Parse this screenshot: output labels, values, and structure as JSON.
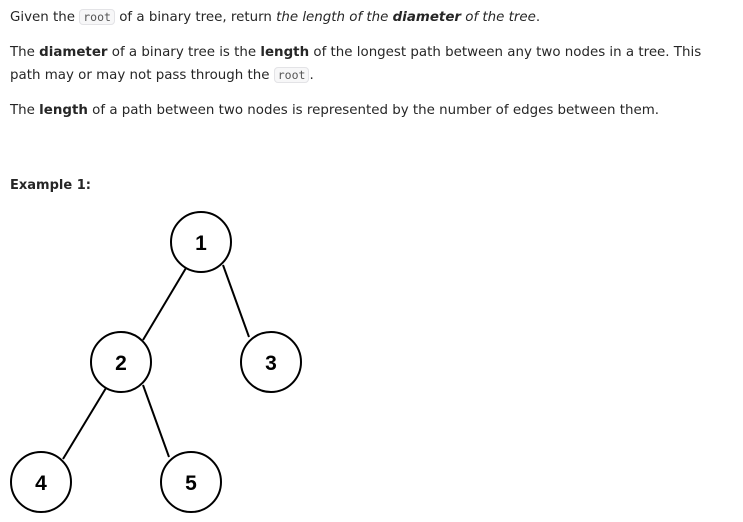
{
  "paragraphs": {
    "p1": {
      "t1": "Given the ",
      "code": "root",
      "t2": " of a binary tree, return ",
      "em1": "the length of the ",
      "emb": "diameter",
      "em2": " of the tree",
      "t3": "."
    },
    "p2": {
      "t1": "The ",
      "b1": "diameter",
      "t2": " of a binary tree is the ",
      "b2": "length",
      "t3": " of the longest path between any two nodes in a tree. This path may or may not pass through the ",
      "code": "root",
      "t4": "."
    },
    "p3": {
      "t1": "The ",
      "b1": "length",
      "t2": " of a path between two nodes is represented by the number of edges between them."
    }
  },
  "example": {
    "title": "Example 1:"
  },
  "tree": {
    "nodes": [
      {
        "id": "1",
        "label": "1"
      },
      {
        "id": "2",
        "label": "2"
      },
      {
        "id": "3",
        "label": "3"
      },
      {
        "id": "4",
        "label": "4"
      },
      {
        "id": "5",
        "label": "5"
      }
    ],
    "edges": [
      [
        "1",
        "2"
      ],
      [
        "1",
        "3"
      ],
      [
        "2",
        "4"
      ],
      [
        "2",
        "5"
      ]
    ]
  }
}
